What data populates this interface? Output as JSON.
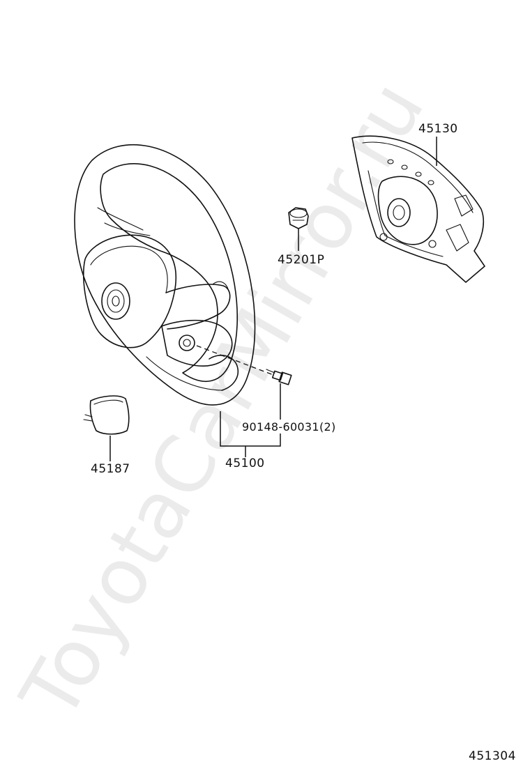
{
  "watermark": "ToyotaCarMirror.ru",
  "page_code": "451304",
  "parts": {
    "steering_wheel": "45100",
    "pad_assy": "45130",
    "nut": "45201P",
    "bolt": "90148-60031",
    "bolt_qty": "(2)",
    "cover": "45187"
  }
}
